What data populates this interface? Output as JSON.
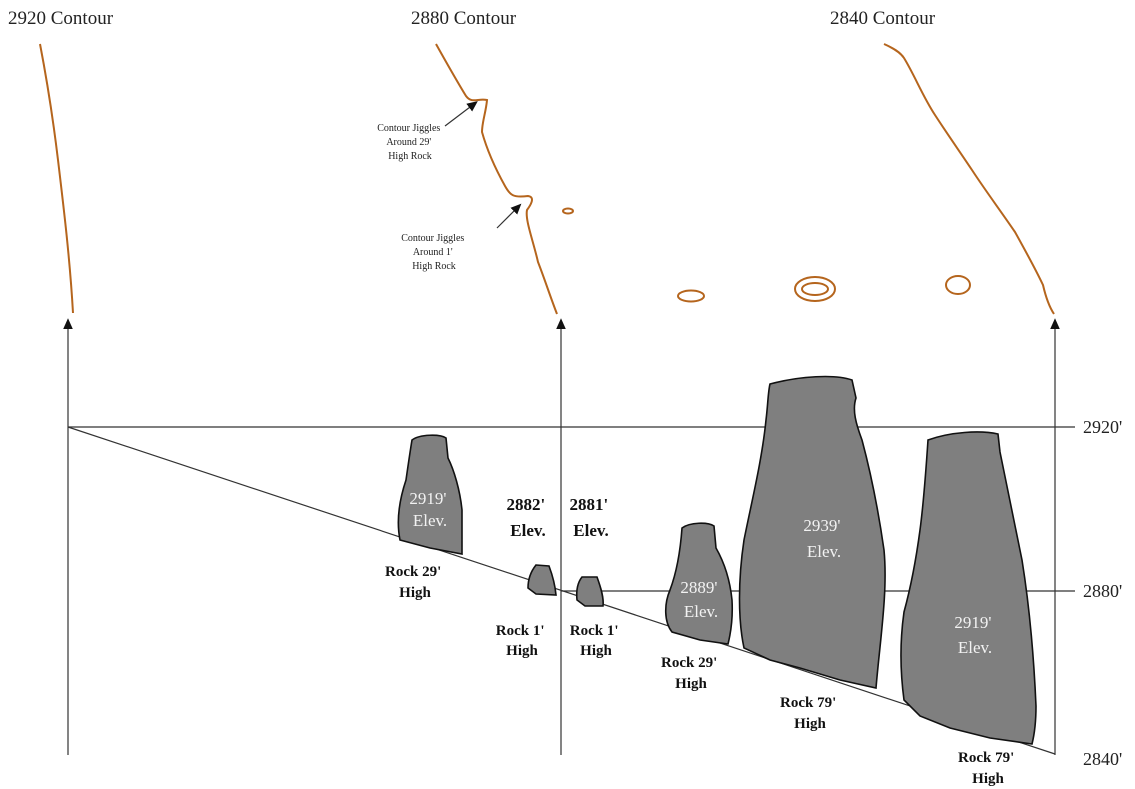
{
  "colors": {
    "contour": "#b5651d",
    "rock_fill": "#7f7f7f",
    "line": "#333333"
  },
  "contours": {
    "c2920": "2920 Contour",
    "c2880": "2880 Contour",
    "c2840": "2840 Contour"
  },
  "elevations": {
    "e2920": "2920'",
    "e2880": "2880'",
    "e2840": "2840'"
  },
  "callouts": {
    "upper": [
      "Contour Jiggles",
      "Around 29'",
      "High Rock"
    ],
    "lower": [
      "Contour Jiggles",
      "Around 1'",
      "High Rock"
    ]
  },
  "rocks": {
    "r1": {
      "elev": [
        "2919'",
        "Elev."
      ],
      "caption": [
        "Rock 29'",
        "High"
      ]
    },
    "r2": {
      "elev": [
        "2882'",
        "Elev."
      ],
      "caption": [
        "Rock 1'",
        "High"
      ]
    },
    "r3": {
      "elev": [
        "2881'",
        "Elev."
      ],
      "caption": [
        "Rock 1'",
        "High"
      ]
    },
    "r4": {
      "elev": [
        "2889'",
        "Elev."
      ],
      "caption": [
        "Rock 29'",
        "High"
      ]
    },
    "r5": {
      "elev": [
        "2939'",
        "Elev."
      ],
      "caption": [
        "Rock 79'",
        "High"
      ]
    },
    "r6": {
      "elev": [
        "2919'",
        "Elev."
      ],
      "caption": [
        "Rock 79'",
        "High"
      ]
    }
  }
}
